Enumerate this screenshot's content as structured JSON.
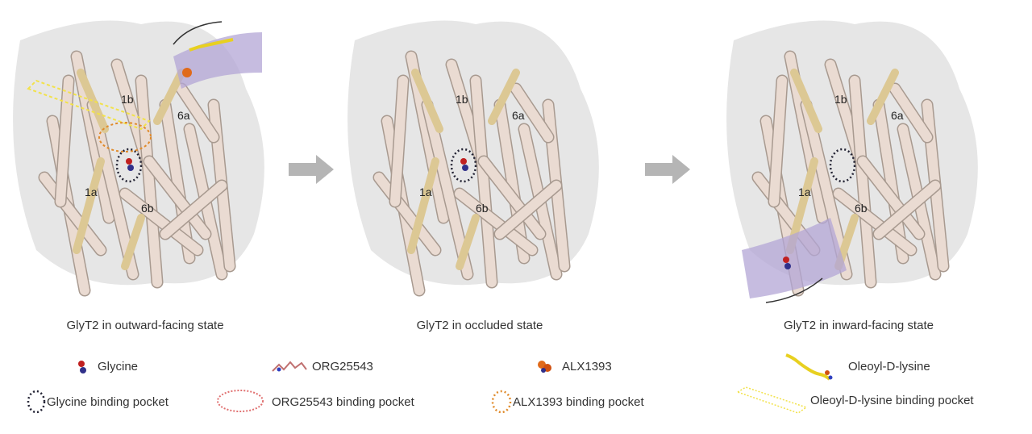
{
  "panels": [
    {
      "caption": "GlyT2 in outward-facing state",
      "helix_labels": [
        "1b",
        "6a",
        "1a",
        "6b"
      ]
    },
    {
      "caption": "GlyT2 in occluded state",
      "helix_labels": [
        "1b",
        "6a",
        "1a",
        "6b"
      ]
    },
    {
      "caption": "GlyT2 in inward-facing state",
      "helix_labels": [
        "1b",
        "6a",
        "1a",
        "6b"
      ]
    }
  ],
  "legend": {
    "ligands": [
      "Glycine",
      "ORG25543",
      "ALX1393",
      "Oleoyl-D-lysine"
    ],
    "pockets": [
      "Glycine binding pocket",
      "ORG25543 binding pocket",
      "ALX1393 binding pocket",
      "Oleoyl-D-lysine binding pocket"
    ]
  },
  "colors": {
    "membrane_bg": "#e6e6e6",
    "helix": "#eadbd2",
    "key_helix": "#dcc894",
    "glycine_pocket": "#222233",
    "org_pocket": "#e07070",
    "alx_pocket": "#e08a2a",
    "oleoyl_pocket": "#f2e24a",
    "pathway": "#b3a6d6",
    "arrow": "#b5b5b5"
  }
}
